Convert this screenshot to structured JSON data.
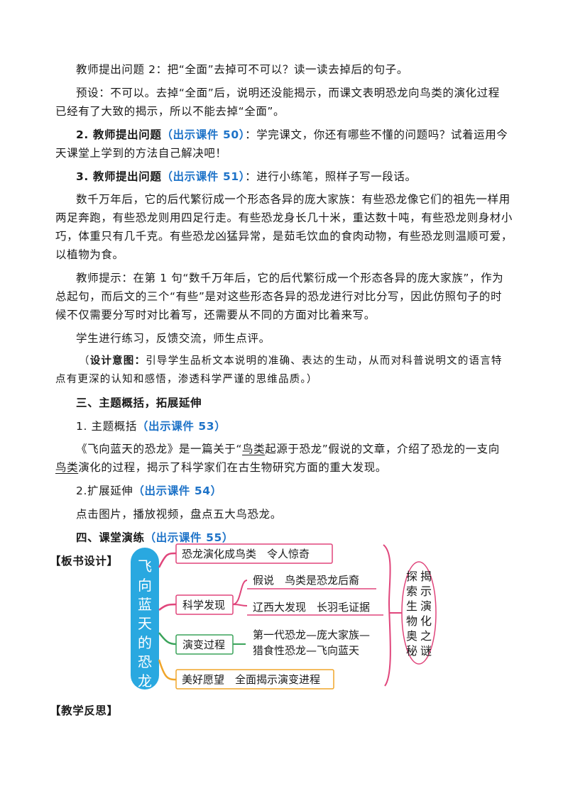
{
  "paragraphs": {
    "p1": "教师提出问题 2：把“全面”去掉可不可以？读一读去掉后的句子。",
    "p2a": "预设：不可以。去掉“全面”后，说明还没能揭示，而课文表明恐龙向鸟类的演化过程",
    "p2b": "已经有了大致的揭示，所以不能去掉“全面”。",
    "p3_pre": "2. 教师提出问题",
    "p3_tag": "（出示课件 50）",
    "p3_post": "：学完课文，你还有哪些不懂的问题吗？试着运用今",
    "p3b": "天课堂上学到的方法自己解决吧！",
    "p4_pre": "3. 教师提出问题",
    "p4_tag": "（出示课件 51）",
    "p4_post": "：进行小练笔，照样子写一段话。",
    "p5a": "数千万年后，它的后代繁衍成一个形态各异的庞大家族：有些恐龙像它们的祖先一样用",
    "p5b": "两足奔跑，有些恐龙则用四足行走。有些恐龙身长几十米，重达数十吨，有些恐龙则身材小",
    "p5c": "巧，体重只有几千克。有些恐龙凶猛异常，是茹毛饮血的食肉动物，有些恐龙则温顺可爱，",
    "p5d": "以植物为食。",
    "p6a": "教师提示：在第 1 句“数千万年后，它的后代繁衍成一个形态各异的庞大家族”，作为",
    "p6b": "总起句，而后文的三个“有些”是对这些形态各异的恐龙进行对比分写，因此仿照句子的时",
    "p6c": "候不仅需要分写时对比着写，还需要从不同的方面对比着来写。",
    "p7": "学生进行练习，反馈交流，师生点评。",
    "p8_open": "（",
    "p8_label": "设计意图：",
    "p8_rest": "引导学生品析文本说明的准确、表达的生动，从而对科普说明文的语言特",
    "p8b": "点有更深的认知和感悟，渗透科学严谨的思维品质。）",
    "h3": "三、主题概括，拓展延伸",
    "p9_pre": "1. 主题概括",
    "p9_tag": "（出示课件 53）",
    "p10_a": "《飞向蓝天的恐龙》是一篇关于“",
    "p10_u": "鸟类",
    "p10_b": "起源于恐龙”假说的文章，介绍了恐龙的一支向",
    "p10c_u": "鸟类",
    "p10c_rest": "演化的过程，揭示了科学家们在古生物研究方面的重大发现。",
    "p11_pre": "2.扩展延伸",
    "p11_tag": "（出示课件 54）",
    "p12": "点击图片，播放视频，盘点五大鸟恐龙。",
    "h4": "四、课堂演练",
    "h4_tag": "（出示课件 55）",
    "board_heading": "【板书设计】",
    "reflect_heading": "【教学反思】"
  },
  "board": {
    "title": "飞向蓝天的恐龙",
    "branch1": "恐龙演化成鸟类　令人惊奇",
    "branch2": "科学发现",
    "branch2_a": "假说　鸟类是恐龙后裔",
    "branch2_b": "辽西大发现　长羽毛证据",
    "branch3": "演变过程",
    "branch3_a": "第一代恐龙—庞大家族—",
    "branch3_b": "猎食性恐龙—飞向蓝天",
    "branch4": "美好愿望　全面揭示演变进程",
    "summary_col1": "探索生物奥秘",
    "summary_col2": "揭示演化之谜",
    "colors": {
      "title_box": "#29a8e0",
      "branch1": "#e0457b",
      "branch2": "#e0457b",
      "branch3": "#3aa35a",
      "branch4": "#f0a52a",
      "summary": "#e0457b"
    }
  }
}
